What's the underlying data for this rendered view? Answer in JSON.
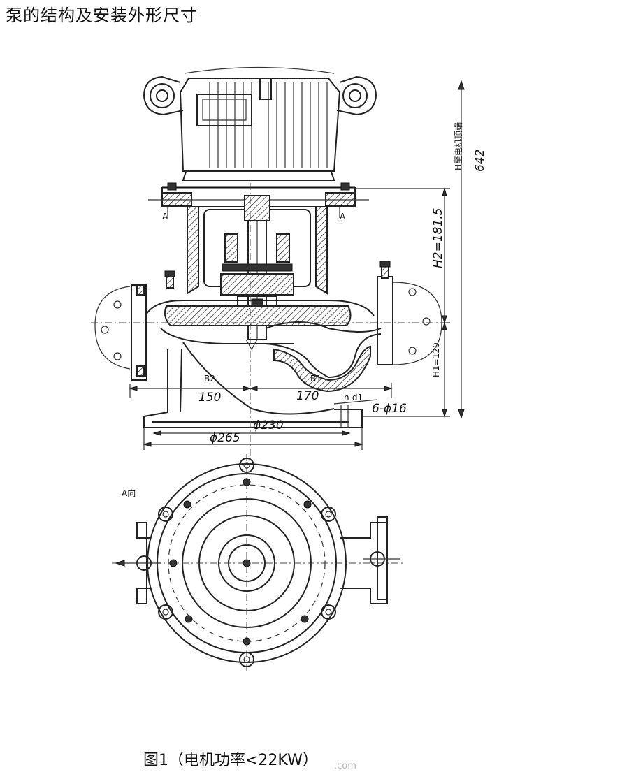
{
  "title": "泵的结构及安装外形尺寸",
  "caption": "图1（电机功率<22KW）",
  "watermark": ".com",
  "labels": {
    "section_a_left": "A",
    "section_a_right": "A",
    "view_a": "A向",
    "b1": "B1",
    "b2": "B2",
    "nd1": "n-d1",
    "h_motor_top": "H至电机顶端"
  },
  "dimensions": {
    "h_total": "642",
    "h2": "H2=181.5",
    "h1": "H1=120",
    "b2": "150",
    "b1": "170",
    "bolt_holes": "6-ϕ16",
    "bolt_circle": "ϕ230",
    "base_diameter": "ϕ265"
  },
  "colors": {
    "ink": "#1a1a1a",
    "background": "#ffffff"
  }
}
